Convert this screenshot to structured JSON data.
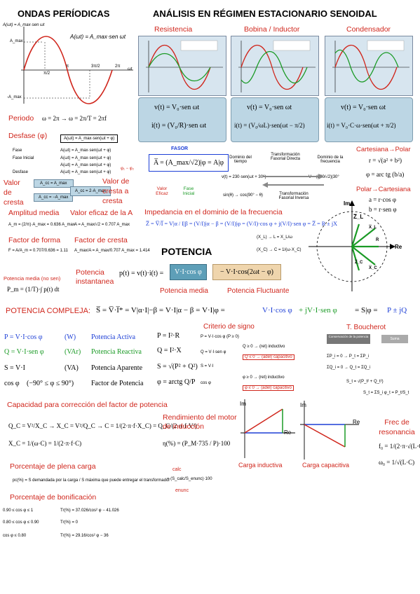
{
  "sections": {
    "ondas": "ONDAS PERÍODICAS",
    "analisis": "ANÁLISIS EN RÉGIMEN ESTACIONARIO SENOIDAL",
    "potencia": "POTENCIA",
    "potencia_compleja": "POTENCIA COMPLEJA:"
  },
  "wave_plot": {
    "y_label": "A(ωt) = A_max·sen ωt",
    "amax": "A_max",
    "neg_amax": "-A_max",
    "formula": "A(ωt) = A_max·sen ωt",
    "ticks": [
      "π/2",
      "π",
      "3π/2",
      "2π"
    ],
    "axis": "ωt"
  },
  "circuits": [
    {
      "title": "Resistencia",
      "eq1": "v(t) = V₀·sen ωt",
      "eq2": "i(t) = (V₀/R)·sen ωt"
    },
    {
      "title": "Bobina / Inductor",
      "eq1": "v(t) = V₀·sen ωt",
      "eq2": "i(t) = (V₀/ωL)·sen(ωt − π/2)"
    },
    {
      "title": "Condensador",
      "eq1": "v(t) = V₀·sen ωt",
      "eq2": "i(t) = V₀·C·ω·sen(ωt + π/2)"
    }
  ],
  "periodo": {
    "label": "Periodo",
    "eq": "ω = 2π   →   ω = 2π/T = 2πf"
  },
  "desfase": {
    "label": "Desfase (φ)",
    "eq0": "A(ωt) = A_max·sen(ωt + φ)",
    "rows": [
      {
        "name": "Fase",
        "eq": "A(ωt) = A_max·sen(ωt + φ)"
      },
      {
        "name": "Fase Inicial",
        "eq": "A(ωt) = A_max·sen(ωt + φ)"
      },
      {
        "name": "",
        "eq": "A(ωt) = A_max·sen(ωt + φ)"
      },
      {
        "name": "Desfase",
        "eq": "A(ωt) = A_max·sen(ωt + φ)"
      }
    ],
    "side": "φ₁ − φ₂"
  },
  "valores": {
    "valor_cresta_l": "Valor de cresta",
    "valor_cresta_r": "Valor de cresta a cresta",
    "amplitud": "Amplitud media",
    "eficaz": "Valor eficaz de la A",
    "forma": "Factor de forma",
    "cresta": "Factor de cresta",
    "media_nosen": "Potencia media (no sen)",
    "box_a": "A_cc = A_max",
    "box_b": "A_cc = −A_max",
    "box_c": "A_cc = 2·A_max",
    "eq_amp": "A_m = (2/π)·A_max = 0.636 A_max",
    "eq_ef": "A = A_max/√2 = 0.707 A_max",
    "eq_forma": "F = A/A_m = 0.707/0.636 = 1.11",
    "eq_cresta": "A_max/A = A_max/0.707 A_max = 1.414",
    "eq_media": "P_m = (1/T)·∫ p(t) dt"
  },
  "fasor": {
    "title": "FASOR",
    "eq": "A̅ = (A_max/√2)|φ = A|φ",
    "valor_eficaz": "Valor Eficaz",
    "fase_inicial": "Fase Inicial",
    "dominio": "Dominio del tiempo",
    "transformacion": "Transformación Fasorial Directa",
    "dominio_frec": "Dominio de la frecuencia",
    "eq_t": "v(t) = 230·sen(ωt + 30°)",
    "eq_f": "V = (230/√2)|30°",
    "inversa": "Transformación Fasorial Inversa",
    "sin_cos": "sin(θ) → cos(90° − θ)"
  },
  "cartesiana": {
    "title_cp": "Cartesiana→Polar",
    "r": "r = √(a² + b²)",
    "phi": "φ = arc tg (b/a)",
    "title_pc": "Polar→Cartesiana",
    "a": "a = r·cos φ",
    "b": "b = r·sen φ"
  },
  "impedancia": {
    "title": "Impedancia en el dominio de la frecuencia",
    "eq": "Z̅ = V̅/I̅ = V|α / I|β = (V/I)|α − β = (V/I)|φ = (V/I)·cos φ + j(V/I)·sen φ = Z̅ = R ± jX",
    "xl": "(X_L) → L = X_L/ω",
    "xc": "(X_C) → C = 1/(ω·X_C)"
  },
  "phasor_diagram": {
    "re": "Re",
    "im": "Im",
    "zl": "Z̅_L",
    "xl": "X̅_L",
    "r": "R̅",
    "zc": "Z̅_C",
    "xc": "X̅_C"
  },
  "potencia_inst": {
    "label": "Potencia instantanea",
    "eq": "p(t) = v(t)·i(t) =",
    "media_box": "V·I·cos φ",
    "fluct_box": "−  V·I·cos(2ωt − φ)",
    "media": "Potencia media",
    "fluctuante": "Potencia Fluctuante"
  },
  "compleja": {
    "eq_a": "S̅ = V̅·I̅* = V|α·I|−β = V·I|α − β = V·I|φ =",
    "eq_b": "V·I·cos φ",
    "eq_c": "+ jV·I·sen φ",
    "eq_d": "= S|φ =",
    "eq_e": "P ± jQ"
  },
  "tabla": [
    {
      "eq": "P = V·I·cos φ",
      "unit": "(W)",
      "name": "Potencia Activa",
      "eq2": "P = I²·R",
      "color": "#1d3fd6"
    },
    {
      "eq": "Q = V·I·sen φ",
      "unit": "(VAr)",
      "name": "Potencia Reactiva",
      "eq2": "Q = I²·X",
      "color": "#1a9a25"
    },
    {
      "eq": "S = V·I",
      "unit": "(VA)",
      "name": "Potencia Aparente",
      "eq2": "S = √(P² + Q²)",
      "color": "#000000"
    },
    {
      "eq": "cos φ",
      "unit": "(−90° ≤ φ ≤ 90°)",
      "name": "Factor de Potencia",
      "eq2": "φ = arctg Q/P",
      "color": "#000000"
    }
  ],
  "criterio": {
    "title": "Criterio de signo",
    "r1": "P = V·I·cos φ   (P ≥ 0)",
    "r2": "Q = V·I·sen φ",
    "r3": "S = V·I",
    "r4": "cos φ",
    "q_pos": "Q ≥ 0  →  (ret)  inductivo",
    "q_neg": "Q ≤ 0  →  (adel)  capacitivo",
    "phi_pos": "φ ≥ 0  →  (ret)  inductivo",
    "phi_neg": "φ ≤ 0  →  (adel)  capacitivo"
  },
  "boucherot": {
    "title": "T. Boucherot",
    "box1": "Conservación de la potencia",
    "box2": "Suma",
    "l1": "ΣP_i = 0  →  P_t = ΣP_i",
    "l2": "ΣQ_i = 0  →  Q_t = ΣQ_i",
    "l3": "S_t = √(P_t² + Q_t²)",
    "l4": "S_t = ΣS_i   φ_t = P_t/S_t"
  },
  "capacidad": {
    "title": "Capacidad para corrección del factor de potencia",
    "eq1": "Q_C = V²/X_C   →   X_C = V²/Q_C   →   C = 1/(2·π·f·X_C) = Q_C/(2·π·f·V²)",
    "eq2": "X_C = 1/(ω·C) = 1/(2·π·f·C)"
  },
  "rendimiento": {
    "title": "Rendimiento del motor de inducción",
    "eq": "η(%) = (P_M·735 / P)·100"
  },
  "cargas": {
    "inductiva": "Carga inductiva",
    "capacitiva": "Carga capacitiva",
    "re": "Re",
    "im": "Im"
  },
  "resonancia": {
    "title": "Frec de resonancia",
    "f": "f₀ = 1/(2·π·√(L·C))",
    "w": "ω₀ = 1/√(L·C)"
  },
  "plena_carga": {
    "title": "Porcentaje de plena carga",
    "eq": "pc(%) = S demandada por la carga / S máxima que puede entregar el transformador",
    "calc": "calc",
    "enunc": "enunc",
    "eq2": "= (S_calc/S_enunc)·100"
  },
  "bonificacion": {
    "title": "Porcentaje de bonificación",
    "rows": [
      {
        "cond": "0.90 ≤ cos φ ≤ 1",
        "eq": "Tr(%) = 37.026/cos² φ − 41.026"
      },
      {
        "cond": "0.80 ≤ cos φ ≤ 0.90",
        "eq": "Tr(%) = 0"
      },
      {
        "cond": "cos φ ≤ 0.80",
        "eq": "Tr(%) = 29.16/cos² φ − 36"
      }
    ]
  },
  "colors": {
    "red": "#d0261c",
    "blue": "#1d3fd6",
    "green": "#1a9a25",
    "box": "#bcd6e4"
  }
}
